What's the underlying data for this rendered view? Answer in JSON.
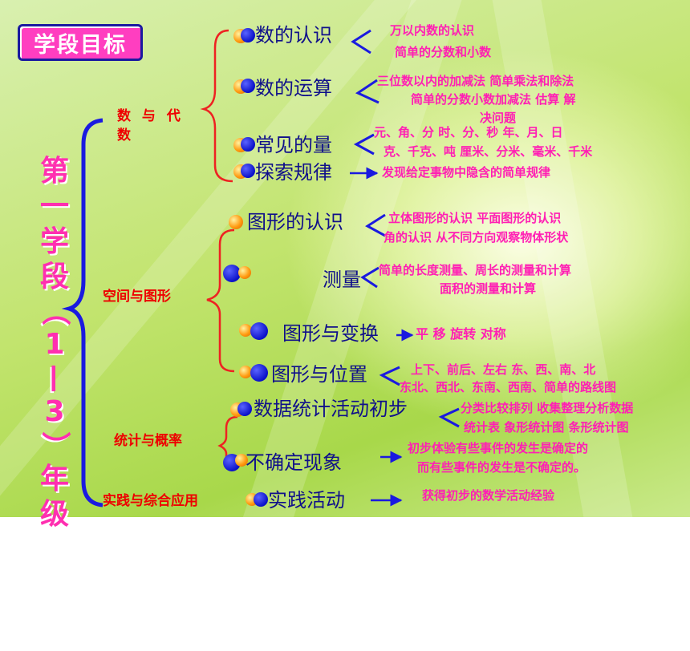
{
  "title": "学段目标",
  "stage_label": "第一学段（1—3）年级",
  "categories": [
    {
      "label": "数 与 代 数"
    },
    {
      "label": "空间与图形"
    },
    {
      "label": "统计与概率"
    },
    {
      "label": "实践与综合应用"
    }
  ],
  "topics": {
    "shu_renshi": "数的认识",
    "shu_yunsuan": "数的运算",
    "changjian_liang": "常见的量",
    "tansuo_guilv": "探索规律",
    "tuxing_renshi": "图形的认识",
    "celiang": "测量",
    "tuxing_bianhuan": "图形与变换",
    "tuxing_weizhi": "图形与位置",
    "shuju_tongji": "数据统计活动初步",
    "bu_queding": "不确定现象",
    "shijian_huodong": "实践活动"
  },
  "details": {
    "d1a": "万以内数的认识",
    "d1b": "简单的分数和小数",
    "d2a": "三位数以内的加减法  简单乘法和除法",
    "d2b": "简单的分数小数加减法    估算    解",
    "d2c": "决问题",
    "d3a": "元、角、分        时、分、秒     年、月、日",
    "d3b": "克、千克、吨       厘米、分米、毫米、千米",
    "d4": "发现给定事物中隐含的简单规律",
    "d5a": "立体图形的认识     平面图形的认识",
    "d5b": "角的认识     从不同方向观察物体形状",
    "d6a": "简单的长度测量、周长的测量和计算",
    "d6b": "面积的测量和计算",
    "d7": "平  移    旋转  对称",
    "d8a": "上下、前后、左右       东、西、南、北",
    "d8b": "东北、西北、东南、西南、简单的路线图",
    "d9a": "分类比较排列  收集整理分析数据",
    "d9b": "统计表  象形统计图  条形统计图",
    "d10a": "初步体验有些事件的发生是确定的",
    "d10b": "而有些事件的发生是不确定的。",
    "d11": "获得初步的数学活动经验"
  },
  "colors": {
    "background": "#c2e46e",
    "title_box": "#ff3ec0",
    "stage_text": "#ff2fb0",
    "category_text": "#ee0000",
    "topic_text": "#10108a",
    "detail_text": "#ff1fb4",
    "bracket_blue": "#1a1ae0",
    "bracket_red": "#ee2222"
  }
}
